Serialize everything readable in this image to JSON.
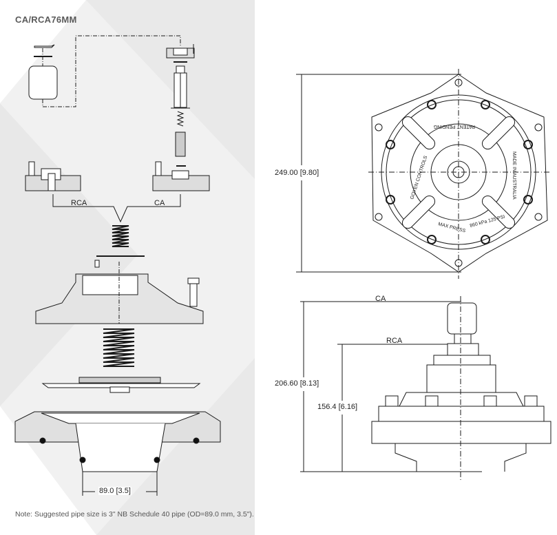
{
  "title": "CA/RCA76MM",
  "exploded_view": {
    "rca_label": "RCA",
    "ca_label": "CA",
    "pipe_dimension": "89.0  [3.5]"
  },
  "top_view": {
    "height_dimension": "249.00  [9.80]",
    "markings": {
      "brand": "GOYEN CONTROLS",
      "patent": "PATENT PENDING",
      "origin": "MADE IN AUSTRALIA",
      "max_press": "MAX PRESS",
      "pressure": "860 kPa 125 PSI"
    }
  },
  "side_view": {
    "ca_label": "CA",
    "rca_label": "RCA",
    "ca_height": "206.60  [8.13]",
    "rca_height": "156.4  [6.16]"
  },
  "note": "Note: Suggested pipe size is 3\" NB Schedule 40 pipe (OD=89.0 mm, 3.5\").",
  "colors": {
    "background_shade": "#efefef",
    "line": "#1a1a1a",
    "title": "#5a5a5a"
  }
}
